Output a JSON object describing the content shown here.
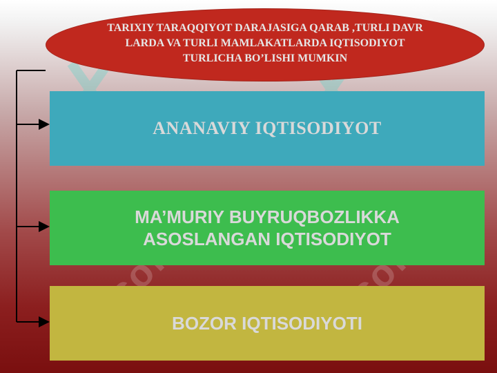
{
  "title": "TARIXIY TARAQQIYOT DARAJASIGA QARAB ,TURLI DAVR\nLARDA  VA TURLI MAMLAKATLARDA IQTISODIYOT\nTURLICHA BO’LISHI MUMKIN",
  "boxes": [
    {
      "label": "ANANAVIY  IQTISODIYOT",
      "color": "#3ea9bb"
    },
    {
      "label": "MA’MURIY BUYRUQBOZLIKKA\nASOSLANGAN IQTISODIYOT",
      "color": "#3dbd4e"
    },
    {
      "label": "BOZOR IQTISODIYOTI",
      "color": "#c2b640"
    }
  ],
  "colors": {
    "oval": "#c0281e",
    "connector": "#000000"
  }
}
